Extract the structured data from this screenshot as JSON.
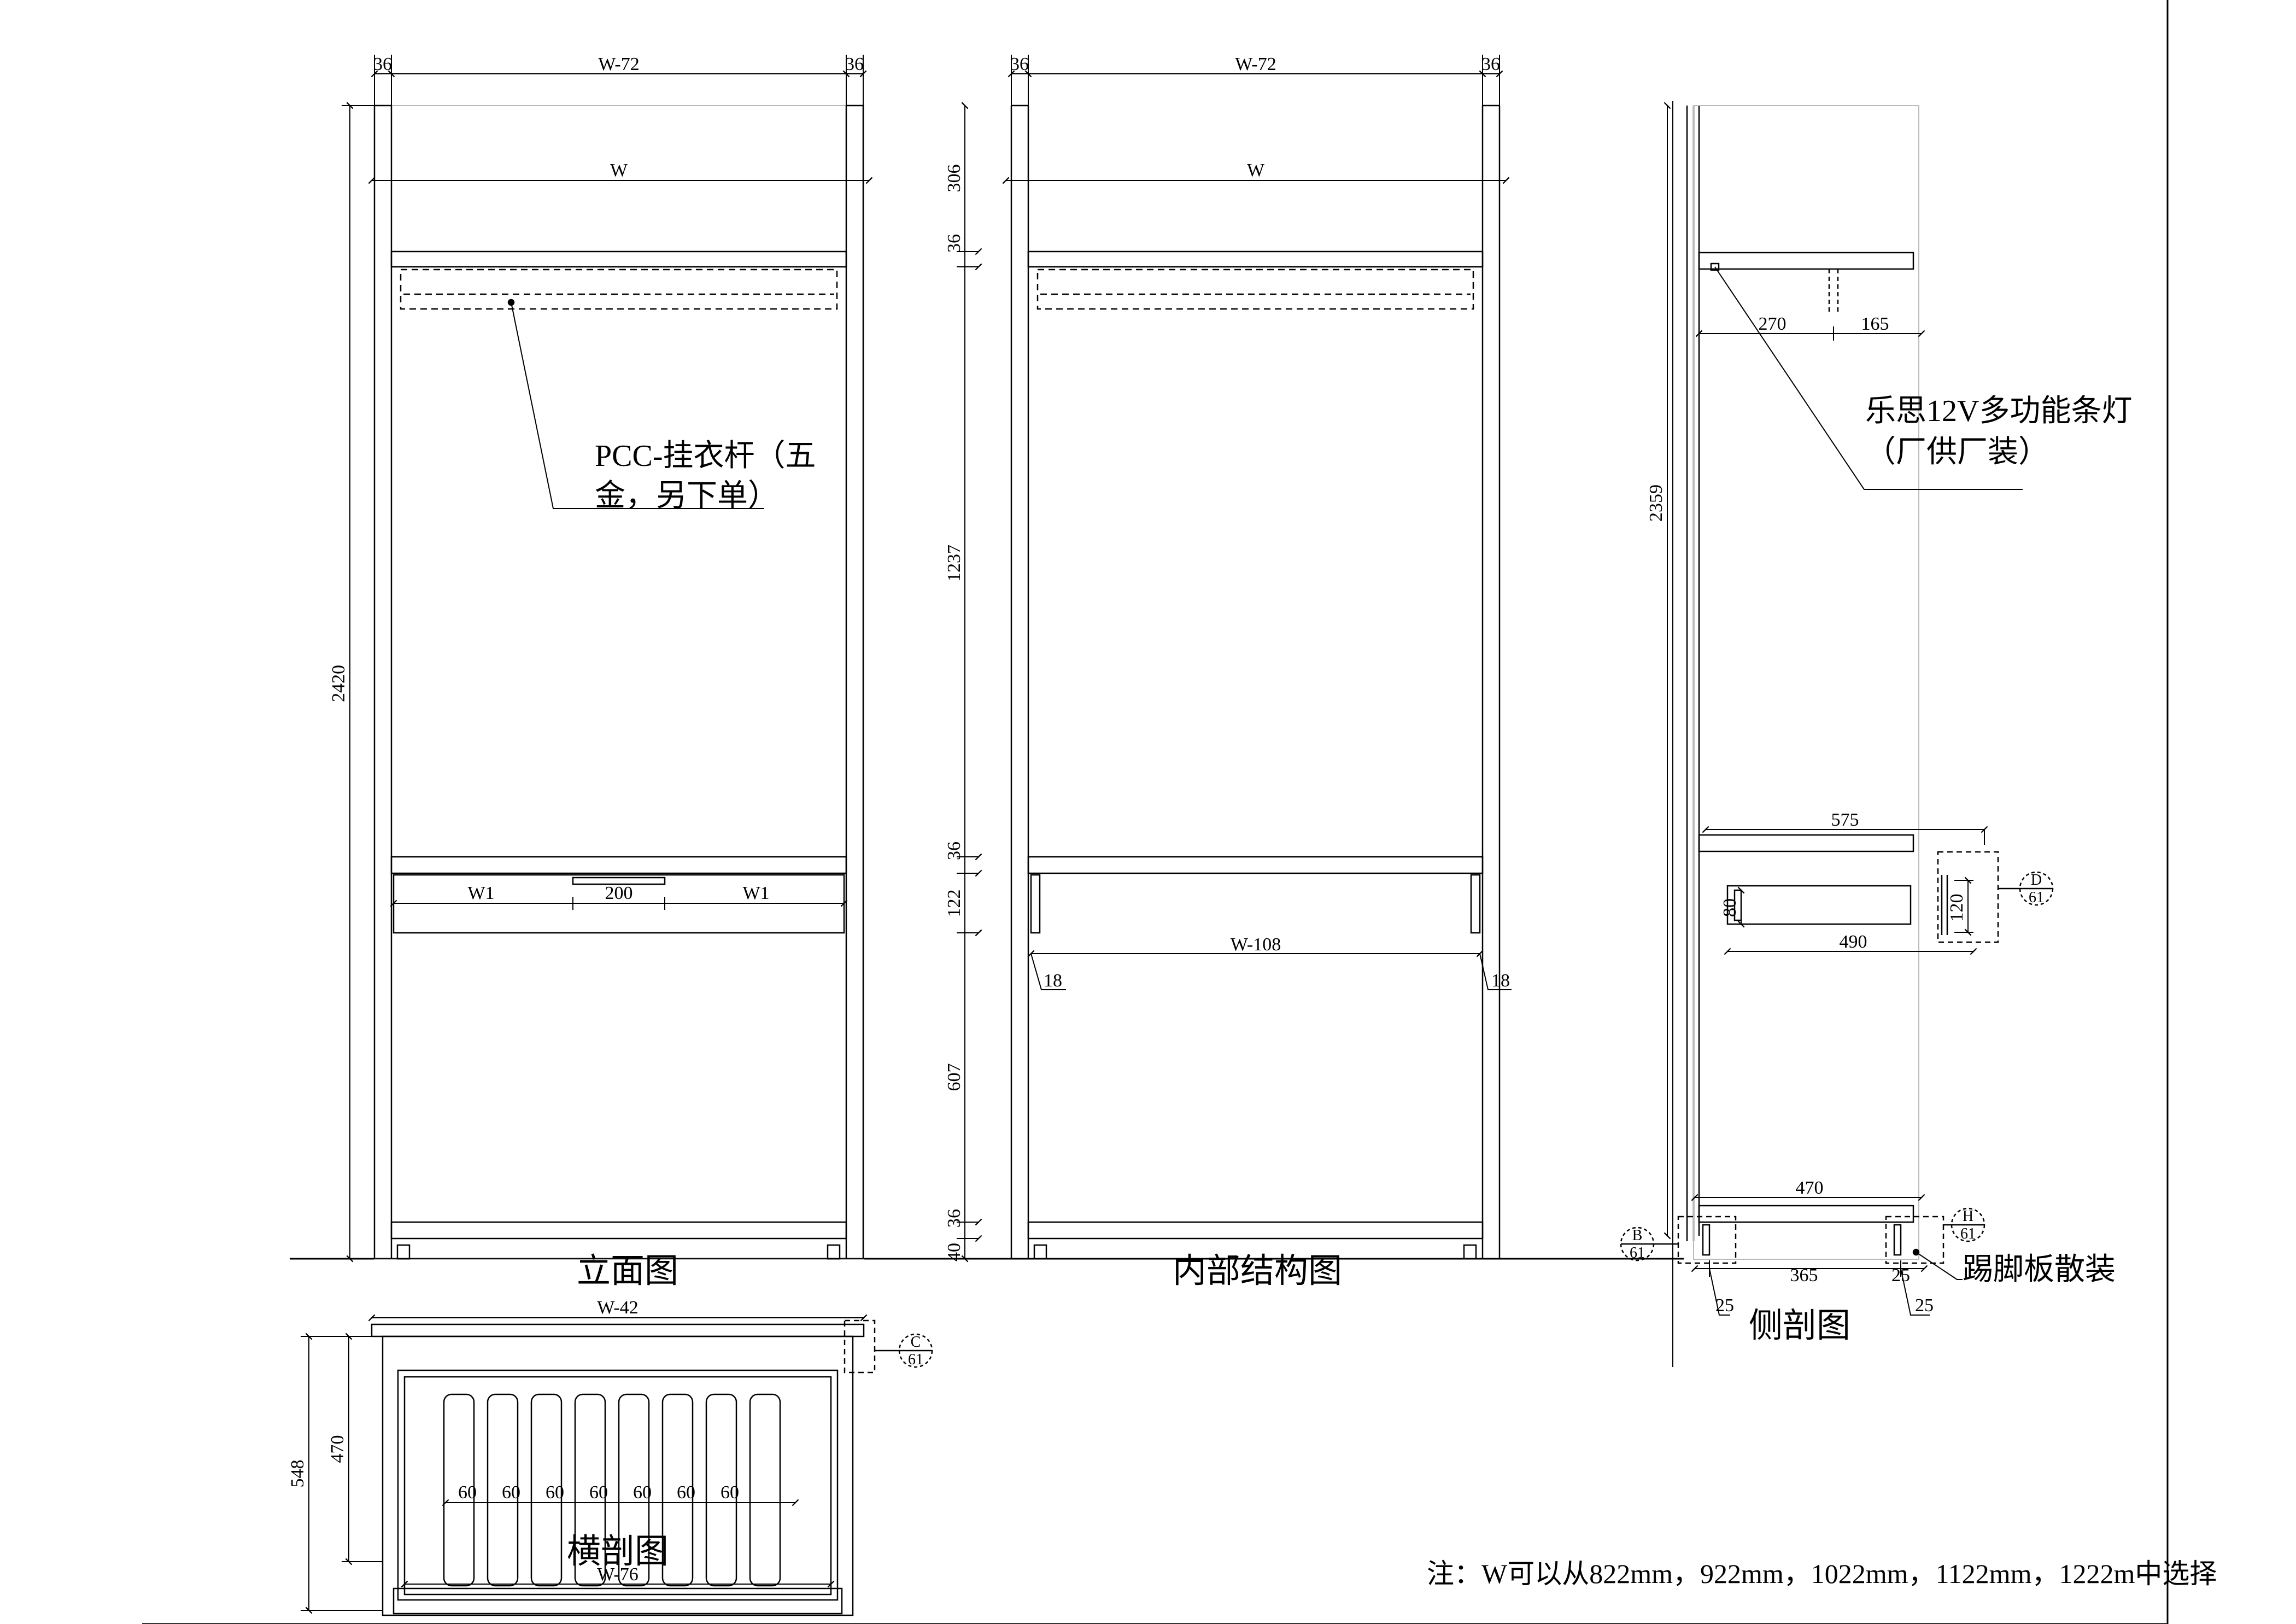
{
  "titles": {
    "elevation": "立面图",
    "internal": "内部结构图",
    "side": "侧剖图",
    "plan": "横剖图"
  },
  "annotations": {
    "hanging_rod_line1": "PCC-挂衣杆（五",
    "hanging_rod_line2": "金，另下单）",
    "light_line1": "乐思12V多功能条灯",
    "light_line2": "（厂供厂装）",
    "kickboard": "踢脚板散装"
  },
  "note": "注：W可以从822mm，922mm，1022mm，1122mm，1222m中选择",
  "badges": {
    "b": {
      "letter": "B",
      "num": "61"
    },
    "c": {
      "letter": "C",
      "num": "61"
    },
    "d": {
      "letter": "D",
      "num": "61"
    },
    "h": {
      "letter": "H",
      "num": "61"
    }
  },
  "dims": {
    "elev_36_left": "36",
    "elev_w72": "W-72",
    "elev_36_right": "36",
    "elev_w": "W",
    "elev_2420": "2420",
    "elev_w1_left": "W1",
    "elev_200": "200",
    "elev_w1_right": "W1",
    "int_36_left": "36",
    "int_w72": "W-72",
    "int_36_right": "36",
    "int_w": "W",
    "int_306": "306",
    "int_36a": "36",
    "int_1237": "1237",
    "int_36b": "36",
    "int_122": "122",
    "int_607": "607",
    "int_36c": "36",
    "int_40": "40",
    "int_w108": "W-108",
    "int_18_left": "18",
    "int_18_right": "18",
    "side_2359": "2359",
    "side_270": "270",
    "side_165": "165",
    "side_575": "575",
    "side_80": "80",
    "side_120": "120",
    "side_490": "490",
    "side_470": "470",
    "side_365": "365",
    "side_25_mid": "25",
    "side_25_left": "25",
    "side_25_right": "25",
    "plan_w42": "W-42",
    "plan_470": "470",
    "plan_548": "548",
    "plan_60_1": "60",
    "plan_60_2": "60",
    "plan_60_3": "60",
    "plan_60_4": "60",
    "plan_60_5": "60",
    "plan_60_6": "60",
    "plan_60_7": "60",
    "plan_w76": "W-76"
  }
}
